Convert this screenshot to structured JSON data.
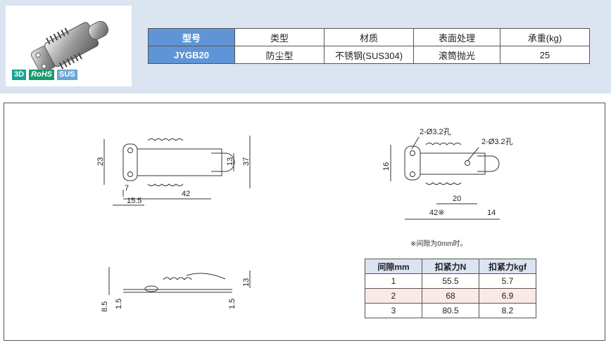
{
  "badges": {
    "d3": "3D",
    "rohs": "RoHS",
    "sus": "SUS"
  },
  "spec_table": {
    "headers": [
      "型号",
      "类型",
      "材质",
      "表面处理",
      "承重(kg)"
    ],
    "row": [
      "JYGB20",
      "防尘型",
      "不锈钢(SUS304)",
      "滚筒抛光",
      "25"
    ]
  },
  "drawing": {
    "top_view": {
      "dim_height": "23",
      "dim_inner": "13",
      "dim_overall": "37",
      "dim_offset": "7",
      "dim_length": "42",
      "dim_pitch": "15.5"
    },
    "side_view": {
      "dim_height": "13",
      "dim_base": "8.5",
      "dim_thick_left": "1.5",
      "dim_thick_right": "1.5"
    },
    "right_view": {
      "hole_label_1": "2-Ø3.2孔",
      "hole_label_2": "2-Ø3.2孔",
      "dim_height": "16",
      "dim_mid": "20",
      "dim_length": "42※",
      "dim_tail": "14"
    }
  },
  "note": "※间隙为0mm时。",
  "gap_table": {
    "headers": [
      "间隙mm",
      "扣紧力N",
      "扣紧力kgf"
    ],
    "rows": [
      [
        "1",
        "55.5",
        "5.7"
      ],
      [
        "2",
        "68",
        "6.9"
      ],
      [
        "3",
        "80.5",
        "8.2"
      ]
    ]
  },
  "colors": {
    "header_band": "#dbe4f1",
    "table_accent": "#5f95d6",
    "alt_row": "#fbe9e7"
  }
}
